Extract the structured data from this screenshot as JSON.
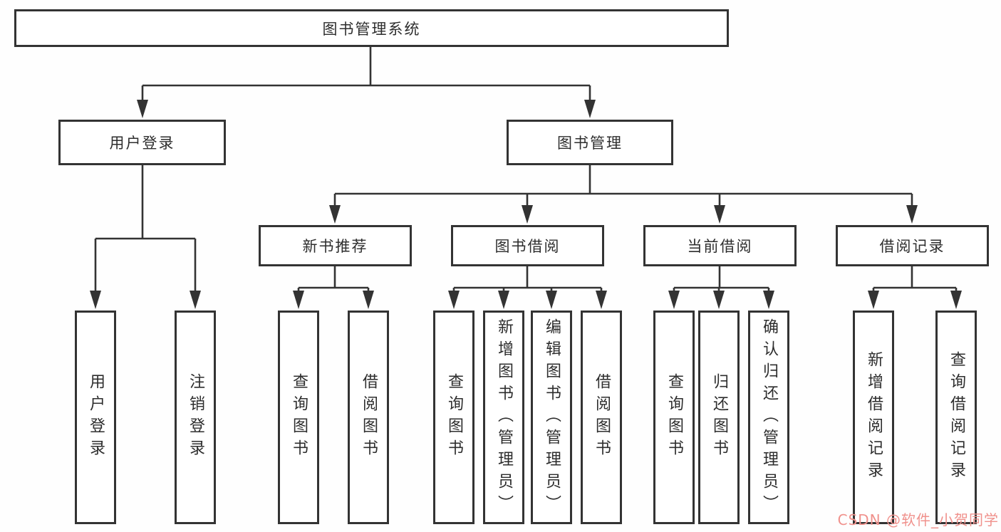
{
  "diagram": {
    "line_color": "#333333",
    "box_background": "#ffffff",
    "root": {
      "label": "图书管理系统",
      "children": [
        {
          "label": "用户登录",
          "children": [
            {
              "label": "用户登录"
            },
            {
              "label": "注销登录"
            }
          ]
        },
        {
          "label": "图书管理",
          "children": [
            {
              "label": "新书推荐",
              "children": [
                {
                  "label": "查询图书"
                },
                {
                  "label": "借阅图书"
                }
              ]
            },
            {
              "label": "图书借阅",
              "children": [
                {
                  "label": "查询图书"
                },
                {
                  "label": "新增图书（管理员）"
                },
                {
                  "label": "编辑图书（管理员）"
                },
                {
                  "label": "借阅图书"
                }
              ]
            },
            {
              "label": "当前借阅",
              "children": [
                {
                  "label": "查询图书"
                },
                {
                  "label": "归还图书"
                },
                {
                  "label": "确认归还（管理员）"
                }
              ]
            },
            {
              "label": "借阅记录",
              "children": [
                {
                  "label": "新增借阅记录"
                },
                {
                  "label": "查询借阅记录"
                }
              ]
            }
          ]
        }
      ]
    }
  },
  "watermark": {
    "text": "CSDN @软件_小贺同学",
    "color": "#f0918c"
  }
}
